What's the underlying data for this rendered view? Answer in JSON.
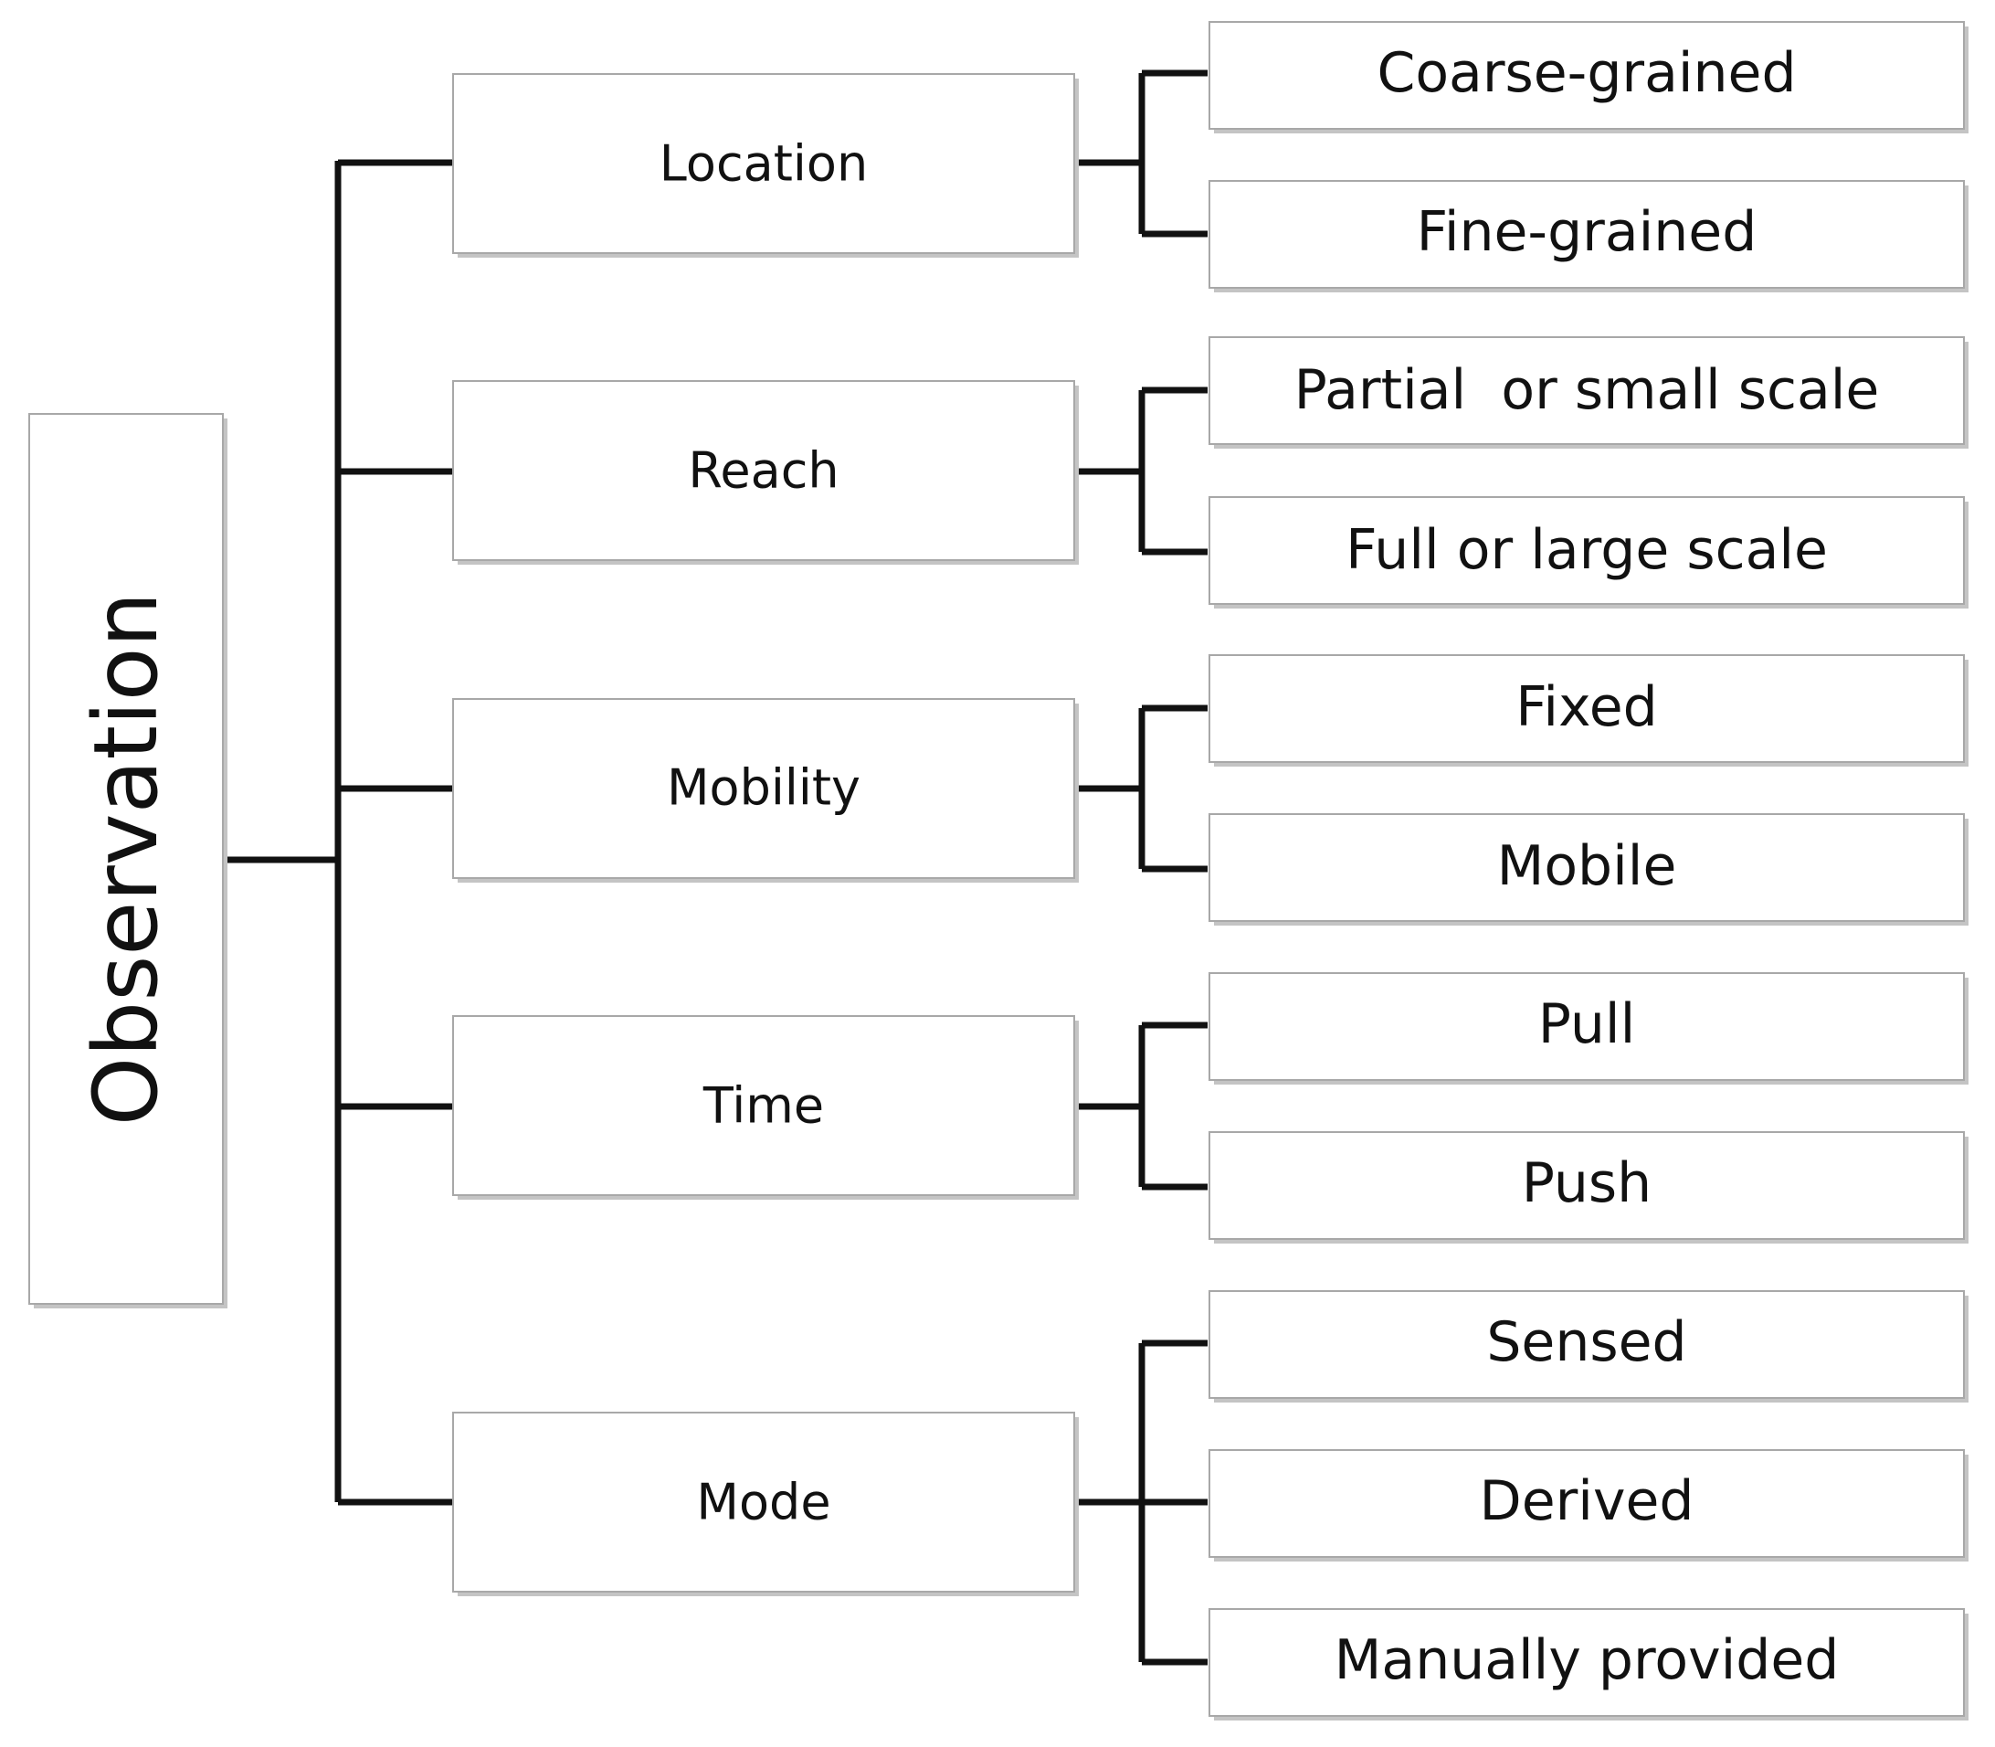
{
  "root": {
    "label": "Observation"
  },
  "categories": [
    {
      "label": "Location",
      "children": [
        {
          "label": "Coarse-grained"
        },
        {
          "label": "Fine-grained"
        }
      ]
    },
    {
      "label": "Reach",
      "children": [
        {
          "label": "Partial  or small scale"
        },
        {
          "label": "Full or large scale"
        }
      ]
    },
    {
      "label": "Mobility",
      "children": [
        {
          "label": "Fixed"
        },
        {
          "label": "Mobile"
        }
      ]
    },
    {
      "label": "Time",
      "children": [
        {
          "label": "Pull"
        },
        {
          "label": "Push"
        }
      ]
    },
    {
      "label": "Mode",
      "children": [
        {
          "label": "Sensed"
        },
        {
          "label": "Derived"
        },
        {
          "label": "Manually provided"
        }
      ]
    }
  ],
  "colors": {
    "connector": "#111111",
    "box_border": "#a8a8a8",
    "box_fill": "#ffffff",
    "text": "#111111"
  }
}
